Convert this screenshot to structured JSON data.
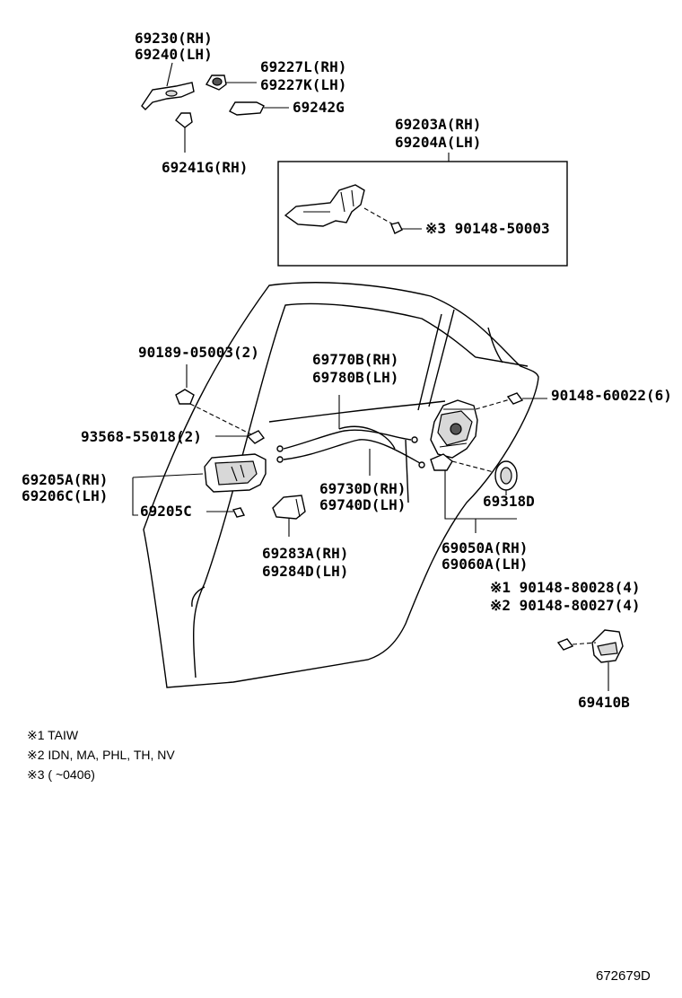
{
  "colors": {
    "ink": "#000000",
    "background": "#ffffff"
  },
  "parts": {
    "p69230": "69230(RH)",
    "p69240": "69240(LH)",
    "p69227L": "69227L(RH)",
    "p69227K": "69227K(LH)",
    "p69242G": "69242G",
    "p69241G": "69241G(RH)",
    "p69203A": "69203A(RH)",
    "p69204A": "69204A(LH)",
    "p90148_50003": "※3 90148-50003",
    "p90189": "90189-05003(2)",
    "p69770B": "69770B(RH)",
    "p69780B": "69780B(LH)",
    "p90148_60022": "90148-60022(6)",
    "p93568": "93568-55018(2)",
    "p69205A": "69205A(RH)",
    "p69206C": "69206C(LH)",
    "p69205C": "69205C",
    "p69730D": "69730D(RH)",
    "p69740D": "69740D(LH)",
    "p69318D": "69318D",
    "p69283A": "69283A(RH)",
    "p69284D": "69284D(LH)",
    "p69050A": "69050A(RH)",
    "p69060A": "69060A(LH)",
    "p90148_80028": "※1 90148-80028(4)",
    "p90148_80027": "※2 90148-80027(4)",
    "p69410B": "69410B"
  },
  "notes": {
    "n1": "※1 TAIW",
    "n2": "※2 IDN, MA, PHL, TH, NV",
    "n3": "※3 (        ~0406)"
  },
  "diagram_code": "672679D"
}
